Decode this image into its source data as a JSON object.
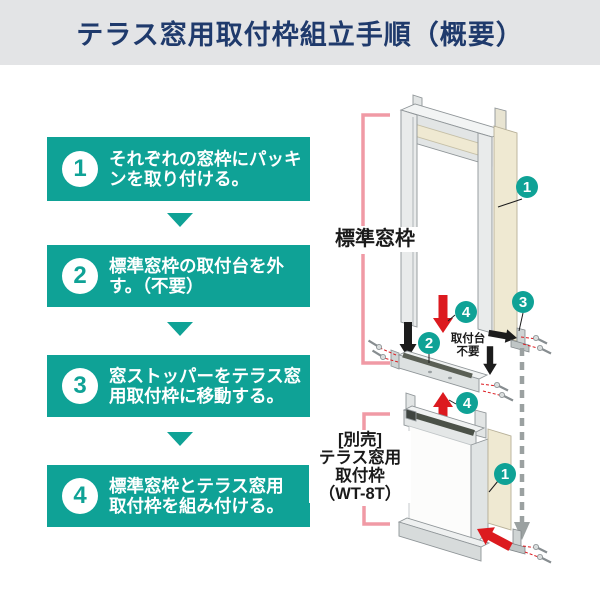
{
  "header": {
    "title": "テラス窓用取付枠組立手順（概要）"
  },
  "steps": [
    {
      "number": "1",
      "line1": "それぞれの窓枠にパッキ",
      "line2": "ンを取り付ける。"
    },
    {
      "number": "2",
      "line1": "標準窓枠の取付台を外",
      "line2": "す。（不要）"
    },
    {
      "number": "3",
      "line1": "窓ストッパーをテラス窓",
      "line2": "用取付枠に移動する。"
    },
    {
      "number": "4",
      "line1": "標準窓枠とテラス窓用",
      "line2": "取付枠を組み付ける。"
    }
  ],
  "diagram": {
    "standard_frame_label": "標準窓枠",
    "terrace_frame_label": {
      "line1": "[別売]",
      "line2": "テラス窓用",
      "line3": "取付枠",
      "line4": "（WT-8T）"
    },
    "base_note": {
      "line1": "取付台",
      "line2": "不要"
    },
    "callouts": {
      "packing_top": "1",
      "base": "2",
      "stopper": "3",
      "assemble_top": "4",
      "assemble_bottom": "4",
      "packing_bottom": "1"
    }
  },
  "colors": {
    "teal": "#0fa296",
    "header_bg": "#e3e4e6",
    "header_text": "#1f3a6c",
    "red": "#dc1a1f",
    "pink_bracket": "#f09aa5",
    "beige_packing": "#efe9d2",
    "frame_gray": "#e9ebeb",
    "dashed_gray": "#9ba1a1"
  }
}
